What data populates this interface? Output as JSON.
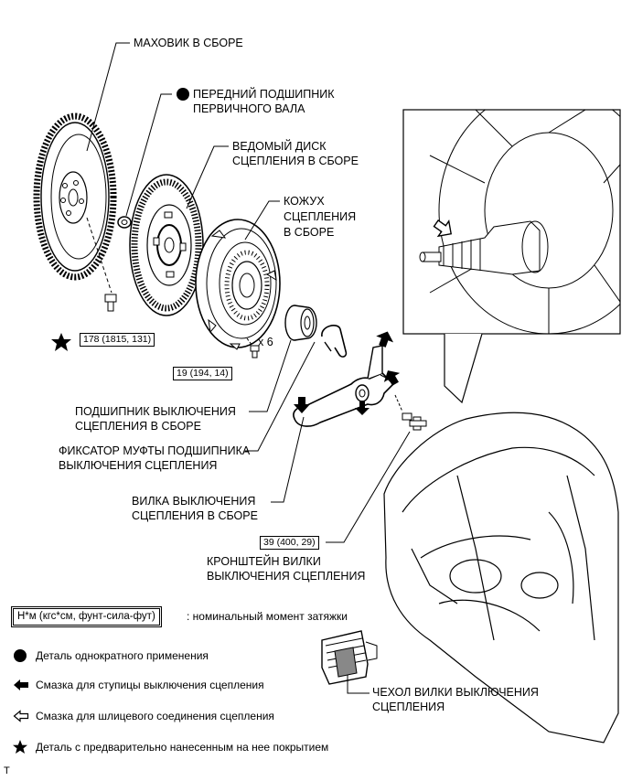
{
  "labels": {
    "flywheel": "МАХОВИК В СБОРЕ",
    "pilot_bearing_1": "ПЕРЕДНИЙ ПОДШИПНИК",
    "pilot_bearing_2": "ПЕРВИЧНОГО ВАЛА",
    "clutch_disc_1": "ВЕДОМЫЙ ДИСК",
    "clutch_disc_2": "СЦЕПЛЕНИЯ В СБОРЕ",
    "cover_1": "КОЖУХ",
    "cover_2": "СЦЕПЛЕНИЯ",
    "cover_3": "В СБОРЕ",
    "release_bearing_1": "ПОДШИПНИК ВЫКЛЮЧЕНИЯ",
    "release_bearing_2": "СЦЕПЛЕНИЯ В СБОРЕ",
    "clip_1": "ФИКСАТОР МУФТЫ ПОДШИПНИКА",
    "clip_2": "ВЫКЛЮЧЕНИЯ СЦЕПЛЕНИЯ",
    "fork_1": "ВИЛКА ВЫКЛЮЧЕНИЯ",
    "fork_2": "СЦЕПЛЕНИЯ В СБОРЕ",
    "support_1": "КРОНШТЕЙН ВИЛКИ",
    "support_2": "ВЫКЛЮЧЕНИЯ СЦЕПЛЕНИЯ",
    "boot_1": "ЧЕХОЛ ВИЛКИ ВЫКЛЮЧЕНИЯ",
    "boot_2": "СЦЕПЛЕНИЯ",
    "qty": "x 6",
    "corner_mark": "T"
  },
  "torques": {
    "flywheel_bolt": "178 (1815, 131)",
    "cover_bolt": "19 (194, 14)",
    "support_bolt": "39 (400, 29)"
  },
  "legend": {
    "unit_box": "Н*м (кгс*см, фунт-сила-фут)",
    "unit_desc": ": номинальный момент затяжки",
    "non_reusable": "Деталь однократного применения",
    "hub_grease": "Смазка для ступицы выключения сцепления",
    "spline_grease": "Смазка для шлицевого соединения сцепления",
    "precoated": "Деталь с предварительно нанесенным на нее покрытием"
  },
  "icons": {
    "non_reusable": "filled-circle-icon",
    "hub_grease": "filled-arrow-icon",
    "spline_grease": "outline-arrow-icon",
    "precoated": "star-icon"
  }
}
